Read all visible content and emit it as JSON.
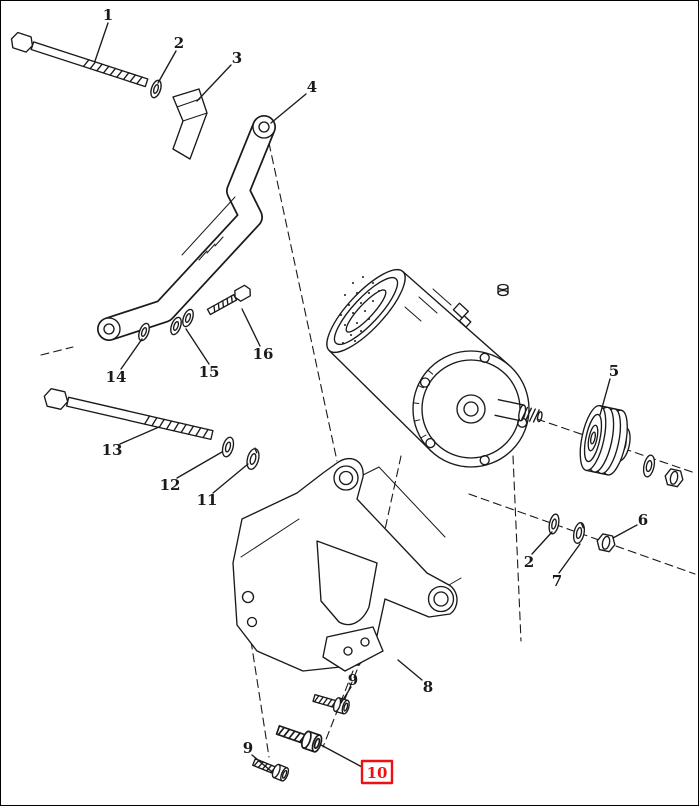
{
  "figure": {
    "background": "#ffffff",
    "line_color": "#1a1a1a",
    "highlight_color": "#ee1111"
  },
  "callouts": [
    {
      "label": "1"
    },
    {
      "label": "2"
    },
    {
      "label": "3"
    },
    {
      "label": "4"
    },
    {
      "label": "5"
    },
    {
      "label": "6"
    },
    {
      "label": "7"
    },
    {
      "label": "2"
    },
    {
      "label": "8"
    },
    {
      "label": "9"
    },
    {
      "label": "9"
    },
    {
      "label": "10",
      "highlighted": true
    },
    {
      "label": "11"
    },
    {
      "label": "12"
    },
    {
      "label": "13"
    },
    {
      "label": "14"
    },
    {
      "label": "15"
    },
    {
      "label": "16"
    }
  ]
}
